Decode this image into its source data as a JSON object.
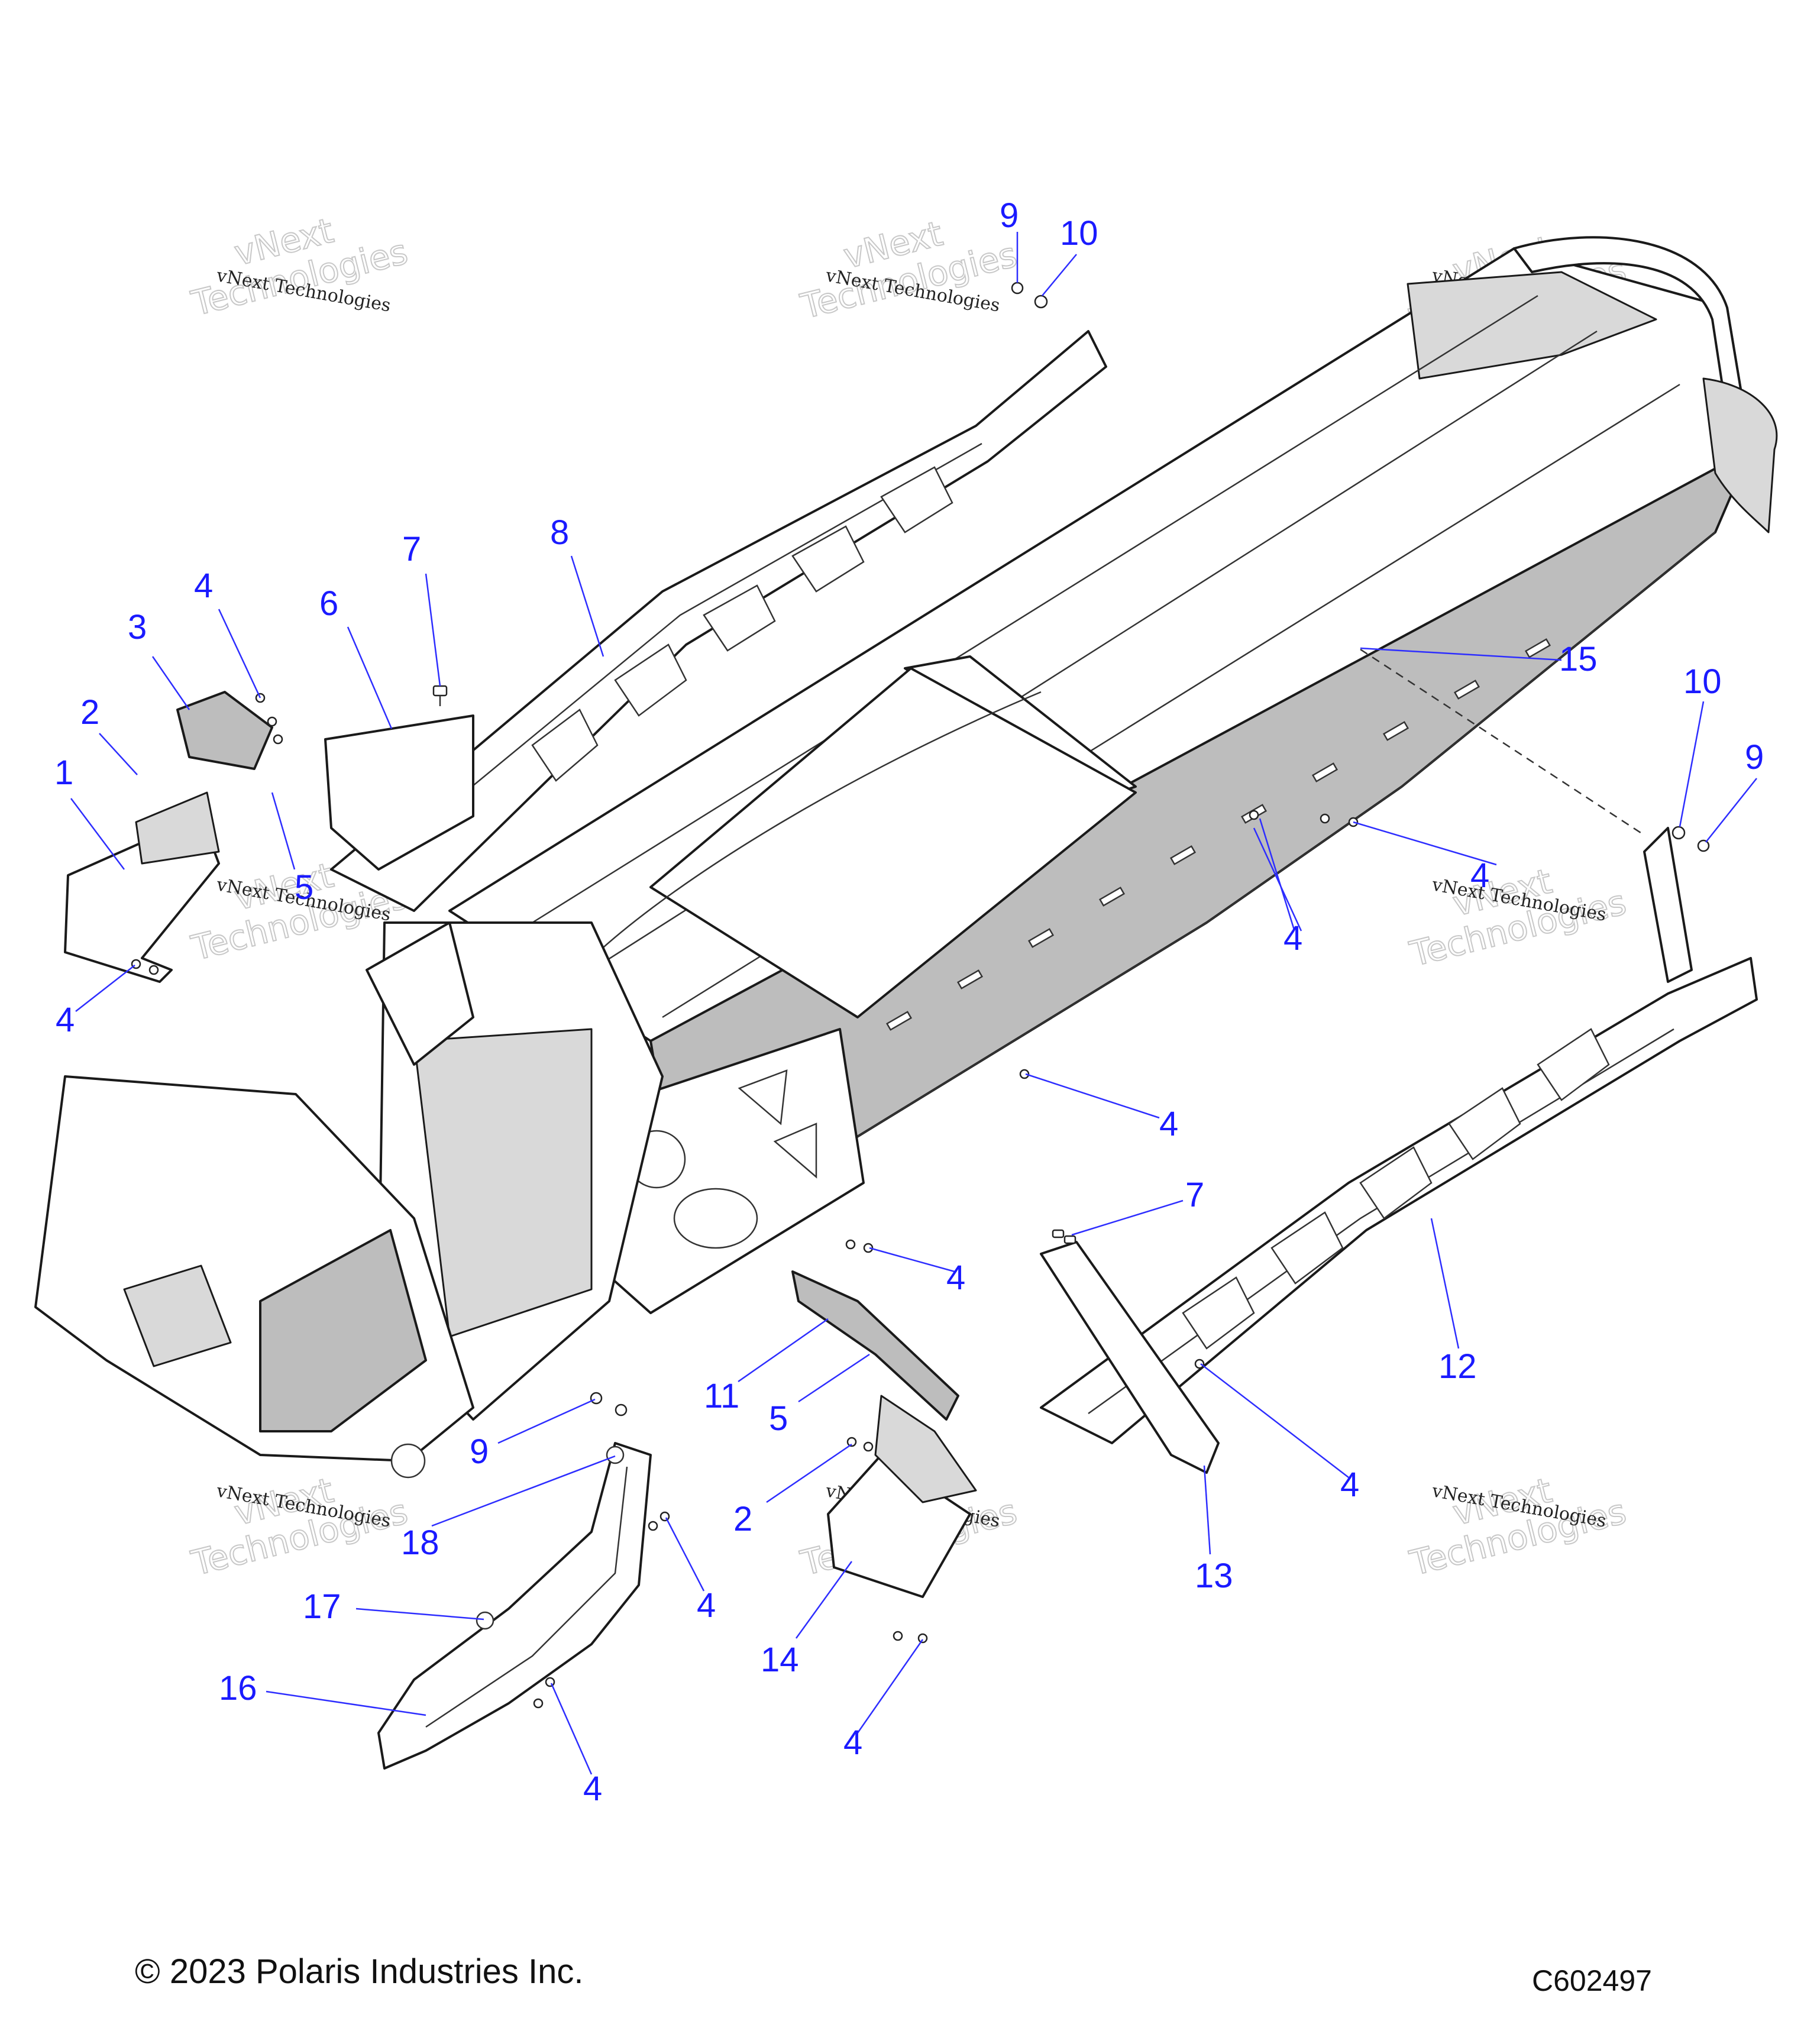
{
  "footer": {
    "copyright": "© 2023 Polaris Industries Inc.",
    "drawing_id": "C602497"
  },
  "watermark": {
    "line1": "vNext Technologies",
    "line2_a": "vNext",
    "line2_b": "Technologies"
  },
  "callouts": [
    {
      "label": "1"
    },
    {
      "label": "2"
    },
    {
      "label": "3"
    },
    {
      "label": "4"
    },
    {
      "label": "4"
    },
    {
      "label": "4"
    },
    {
      "label": "5"
    },
    {
      "label": "6"
    },
    {
      "label": "7"
    },
    {
      "label": "8"
    },
    {
      "label": "9"
    },
    {
      "label": "10"
    },
    {
      "label": "15"
    },
    {
      "label": "10"
    },
    {
      "label": "9"
    },
    {
      "label": "4"
    },
    {
      "label": "4"
    },
    {
      "label": "4"
    },
    {
      "label": "7"
    },
    {
      "label": "4"
    },
    {
      "label": "11"
    },
    {
      "label": "5"
    },
    {
      "label": "12"
    },
    {
      "label": "9"
    },
    {
      "label": "18"
    },
    {
      "label": "2"
    },
    {
      "label": "4"
    },
    {
      "label": "13"
    },
    {
      "label": "17"
    },
    {
      "label": "4"
    },
    {
      "label": "14"
    },
    {
      "label": "16"
    },
    {
      "label": "4"
    },
    {
      "label": "4"
    }
  ],
  "colors": {
    "callout": "#1a1aff",
    "line": "#1a1a1a",
    "shade": "#bdbdbd"
  }
}
